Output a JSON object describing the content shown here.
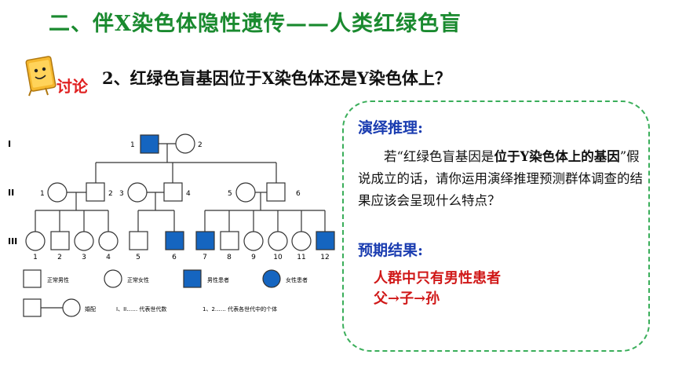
{
  "title": "二、伴X染色体隐性遗传——人类红绿色盲",
  "discussion_label": "讨论",
  "question": "2、红绿色盲基因位于X染色体还是Y染色体上？",
  "pedigree": {
    "generations": [
      "I",
      "II",
      "III"
    ],
    "gen1": [
      "1",
      "2"
    ],
    "gen2": [
      "1",
      "2",
      "3",
      "4",
      "5",
      "6"
    ],
    "gen3": [
      "1",
      "2",
      "3",
      "4",
      "5",
      "6",
      "7",
      "8",
      "9",
      "10",
      "11",
      "12"
    ],
    "legend": {
      "normal_male": "正常男性",
      "normal_female": "正常女性",
      "affected_male": "男性患者",
      "affected_female": "女性患者",
      "marriage": "婚配",
      "generation_note": "I、II……  代表世代数",
      "individual_note": "1、2……  代表各世代中的个体"
    }
  },
  "panel": {
    "heading": "演绎推理:",
    "body_pre": "若“红绿色盲基因是",
    "body_bold1": "位于Y染色体上的基因",
    "body_post": "”假说成立的话，请你运用演绎推理预测群体调查的结果应该会呈现什么特点？",
    "result_heading": "预期结果:",
    "result_line1": "人群中只有男性患者",
    "result_line2": "父→子→孙"
  },
  "colors": {
    "title_green": "#1a8a2f",
    "affected_blue": "#1565c0",
    "heading_blue": "#1a3cb0",
    "result_red": "#d01818"
  }
}
